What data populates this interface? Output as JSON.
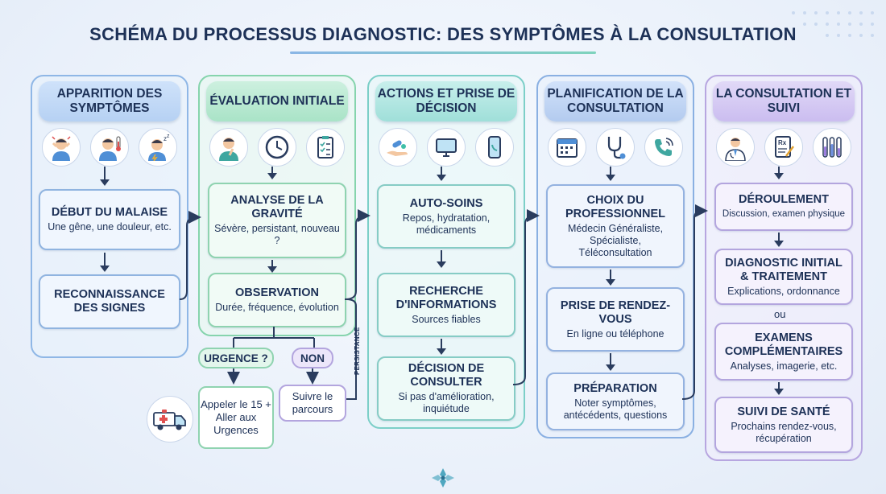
{
  "title": "SCHÉMA DU PROCESSUS DIAGNOSTIC: DES SYMPTÔMES À LA CONSULTATION",
  "columns": [
    {
      "header": "APPARITION DES SYMPTÔMES",
      "icons": [
        "headache-person-icon",
        "fever-thermometer-person-icon",
        "tired-sleepy-person-icon"
      ],
      "cards": [
        {
          "title": "DÉBUT DU MALAISE",
          "sub": "Une gêne, une douleur, etc."
        },
        {
          "title": "RECONNAISSANCE DES SIGNES",
          "sub": ""
        }
      ]
    },
    {
      "header": "ÉVALUATION INITIALE",
      "icons": [
        "thinking-person-icon",
        "clock-icon",
        "clipboard-checklist-icon"
      ],
      "cards": [
        {
          "title": "ANALYSE DE LA GRAVITÉ",
          "sub": "Sévère, persistant, nouveau ?"
        },
        {
          "title": "OBSERVATION",
          "sub": "Durée, fréquence, évolution"
        }
      ]
    },
    {
      "header": "ACTIONS ET PRISE DE DÉCISION",
      "icons": [
        "hand-pills-icon",
        "computer-monitor-icon",
        "smartphone-icon"
      ],
      "cards": [
        {
          "title": "AUTO-SOINS",
          "sub": "Repos, hydratation, médicaments"
        },
        {
          "title": "RECHERCHE D'INFORMATIONS",
          "sub": "Sources fiables"
        },
        {
          "title": "DÉCISION DE CONSULTER",
          "sub": "Si pas d'amélioration, inquiétude"
        }
      ]
    },
    {
      "header": "PLANIFICATION DE LA CONSULTATION",
      "icons": [
        "calendar-icon",
        "stethoscope-icon",
        "phone-call-icon"
      ],
      "cards": [
        {
          "title": "CHOIX DU PROFESSIONNEL",
          "sub": "Médecin Généraliste, Spécialiste, Téléconsultation"
        },
        {
          "title": "PRISE DE RENDEZ-VOUS",
          "sub": "En ligne ou téléphone"
        },
        {
          "title": "PRÉPARATION",
          "sub": "Noter symptômes, antécédents, questions"
        }
      ]
    },
    {
      "header": "LA CONSULTATION ET SUIVI",
      "icons": [
        "doctor-icon",
        "prescription-icon",
        "test-tubes-icon"
      ],
      "cards": [
        {
          "title": "DÉROULEMENT",
          "sub": "Discussion, examen physique"
        },
        {
          "title": "DIAGNOSTIC INITIAL & TRAITEMENT",
          "sub": "Explications, ordonnance"
        },
        {
          "title": "EXAMENS COMPLÉMENTAIRES",
          "sub": "Analyses, imagerie, etc."
        },
        {
          "title": "SUIVI DE SANTÉ",
          "sub": "Prochains rendez-vous, récupération"
        }
      ]
    }
  ],
  "branch": {
    "urgence_label": "URGENCE ?",
    "non_label": "NON",
    "urgence_action": "Appeler le 15 + Aller aux Urgences",
    "non_action": "Suivre le parcours",
    "persistance_label": "PERSISTANCE",
    "ambulance_icon": "ambulance-icon"
  },
  "or_label": "ou",
  "footer_icon": "flower-ornament-icon"
}
